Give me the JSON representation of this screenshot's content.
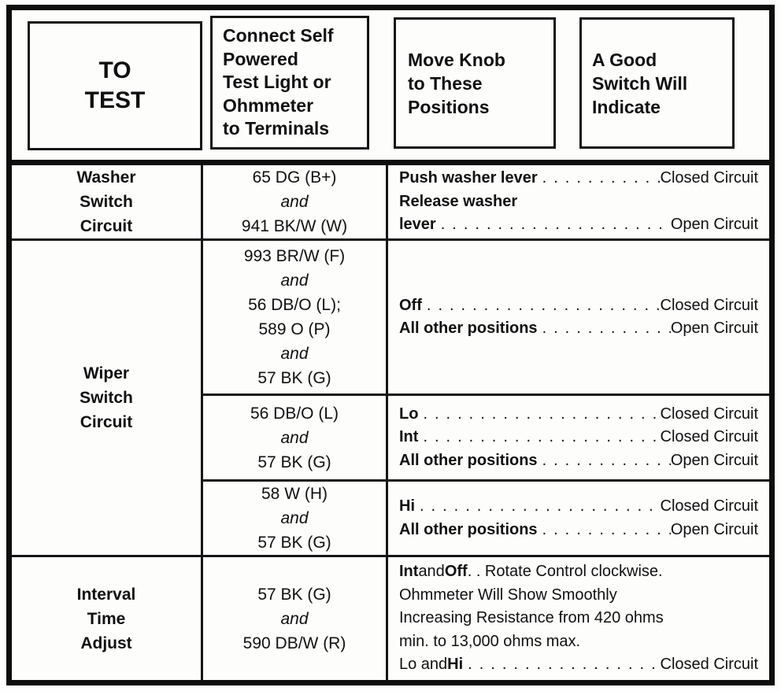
{
  "header": {
    "col1_lines": [
      "TO",
      "TEST"
    ],
    "col2_lines": [
      "Connect Self",
      "Powered",
      "Test Light or",
      "Ohmmeter",
      "to Terminals"
    ],
    "col3_lines": [
      "Move Knob",
      "to These",
      "Positions"
    ],
    "col4_lines": [
      "A Good",
      "Switch Will",
      "Indicate"
    ]
  },
  "colors": {
    "ink": "#101010",
    "border": "#161616",
    "paper": "#fdfdfc"
  },
  "rows": [
    {
      "test": [
        "Washer",
        "Switch",
        "Circuit"
      ],
      "subrows": [
        {
          "terminals": [
            {
              "t": "65 DG (B+)"
            },
            {
              "t": "and",
              "i": true
            },
            {
              "t": "941 BK/W (W)"
            }
          ],
          "positions": [
            {
              "segs": [
                {
                  "t": "Push washer lever",
                  "b": true
                }
              ],
              "leader": true,
              "result": "Closed Circuit"
            },
            {
              "segs": [
                {
                  "t": "Release washer",
                  "b": true
                }
              ]
            },
            {
              "segs": [
                {
                  "t": "lever",
                  "b": true
                }
              ],
              "leader": true,
              "result": "Open Circuit"
            }
          ]
        }
      ]
    },
    {
      "test": [
        "Wiper",
        "Switch",
        "Circuit"
      ],
      "subrows": [
        {
          "terminals": [
            {
              "t": "993 BR/W (F)"
            },
            {
              "t": "and",
              "i": true
            },
            {
              "t": "56 DB/O (L);"
            },
            {
              "t": "589 O (P)"
            },
            {
              "t": "and",
              "i": true
            },
            {
              "t": "57 BK (G)"
            }
          ],
          "positions": [
            {
              "segs": [
                {
                  "t": "Off",
                  "b": true
                }
              ],
              "leader": true,
              "result": "Closed Circuit"
            },
            {
              "segs": [
                {
                  "t": "All other positions",
                  "b": true
                }
              ],
              "leader": true,
              "result": "Open Circuit"
            }
          ]
        },
        {
          "terminals": [
            {
              "t": "56 DB/O (L)"
            },
            {
              "t": "and",
              "i": true
            },
            {
              "t": "57 BK (G)"
            }
          ],
          "positions": [
            {
              "segs": [
                {
                  "t": "Lo",
                  "b": true
                }
              ],
              "leader": true,
              "result": "Closed Circuit"
            },
            {
              "segs": [
                {
                  "t": "Int",
                  "b": true
                }
              ],
              "leader": true,
              "result": "Closed Circuit"
            },
            {
              "segs": [
                {
                  "t": "All other positions",
                  "b": true
                }
              ],
              "leader": true,
              "result": "Open Circuit"
            }
          ]
        },
        {
          "terminals": [
            {
              "t": "58 W (H)"
            },
            {
              "t": "and",
              "i": true
            },
            {
              "t": "57 BK (G)"
            }
          ],
          "positions": [
            {
              "segs": [
                {
                  "t": "Hi",
                  "b": true
                }
              ],
              "leader": true,
              "result": "Closed Circuit"
            },
            {
              "segs": [
                {
                  "t": "All other positions",
                  "b": true
                }
              ],
              "leader": true,
              "result": "Open Circuit"
            }
          ]
        }
      ]
    },
    {
      "test": [
        "Interval",
        "Time",
        "Adjust"
      ],
      "subrows": [
        {
          "terminals": [
            {
              "t": "57 BK (G)"
            },
            {
              "t": "and",
              "i": true
            },
            {
              "t": "590 DB/W (R)"
            }
          ],
          "positions": [
            {
              "segs": [
                {
                  "t": "Int",
                  "b": true
                },
                {
                  "t": " and "
                },
                {
                  "t": "Off",
                  "b": true
                },
                {
                  "t": " . .  Rotate Control clockwise."
                }
              ]
            },
            {
              "segs": [
                {
                  "t": "Ohmmeter Will Show Smoothly"
                }
              ]
            },
            {
              "segs": [
                {
                  "t": "Increasing Resistance from 420 ohms"
                }
              ]
            },
            {
              "segs": [
                {
                  "t": "min. to 13,000 ohms max."
                }
              ]
            },
            {
              "segs": [
                {
                  "t": "Lo and "
                },
                {
                  "t": "Hi",
                  "b": true
                }
              ],
              "leader": true,
              "result": "Closed Circuit"
            }
          ]
        }
      ]
    }
  ]
}
